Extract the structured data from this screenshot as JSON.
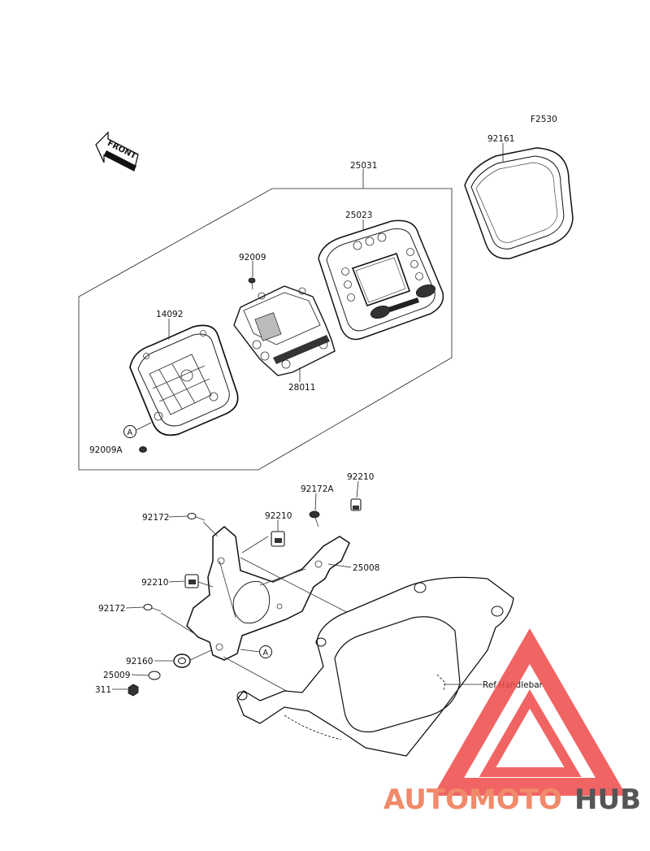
{
  "figure_code": "F2530",
  "front_arrow_label": "FRONT",
  "ref_label": "Ref.Handlebar",
  "callout_letter": "A",
  "parts": [
    {
      "id": "p92161",
      "number": "92161"
    },
    {
      "id": "p25031",
      "number": "25031"
    },
    {
      "id": "p25023",
      "number": "25023"
    },
    {
      "id": "p92009",
      "number": "92009"
    },
    {
      "id": "p14092",
      "number": "14092"
    },
    {
      "id": "p28011",
      "number": "28011"
    },
    {
      "id": "p92009A",
      "number": "92009A"
    },
    {
      "id": "p92210a",
      "number": "92210"
    },
    {
      "id": "p92172A",
      "number": "92172A"
    },
    {
      "id": "p92172a",
      "number": "92172"
    },
    {
      "id": "p92210b",
      "number": "92210"
    },
    {
      "id": "p25008",
      "number": "25008"
    },
    {
      "id": "p92210c",
      "number": "92210"
    },
    {
      "id": "p92172b",
      "number": "92172"
    },
    {
      "id": "p92160",
      "number": "92160"
    },
    {
      "id": "p25009",
      "number": "25009"
    },
    {
      "id": "p311",
      "number": "311"
    }
  ],
  "watermark": {
    "text_accent": "AUTOMOTO",
    "text_dark": "HUB",
    "accent_color": "#f08a6a",
    "dark_color": "#555555",
    "logo_color": "#ef4a4a"
  }
}
